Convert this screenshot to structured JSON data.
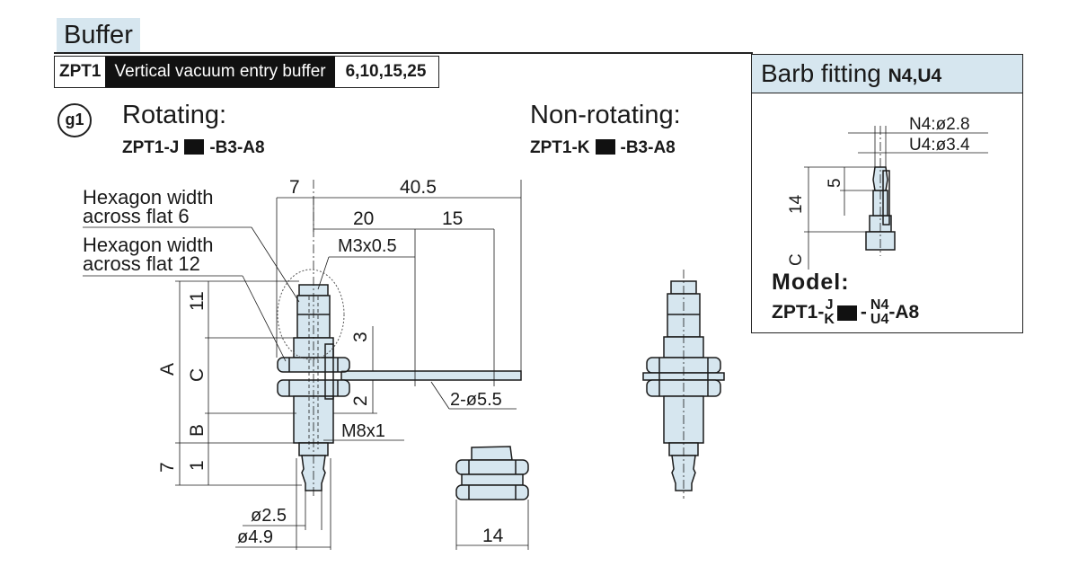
{
  "header": {
    "section_title": "Buffer",
    "model": "ZPT1",
    "description": "Vertical vacuum entry buffer",
    "sizes": "6,10,15,25"
  },
  "variant": {
    "badge": "g1",
    "rotating_label": "Rotating:",
    "rotating_part_a": "ZPT1-J",
    "rotating_part_b": "-B3-A8",
    "nonrotating_label": "Non-rotating:",
    "nonrotating_part_a": "ZPT1-K",
    "nonrotating_part_b": "-B3-A8"
  },
  "callouts": {
    "hex6_line1": "Hexagon width",
    "hex6_line2": "across flat 6",
    "hex12_line1": "Hexagon width",
    "hex12_line2": "across flat 12",
    "thread_top": "M3x0.5",
    "thread_bottom": "M8x1",
    "holes": "2-ø5.5"
  },
  "dimensions": {
    "d7_top": "7",
    "d40_5": "40.5",
    "d20": "20",
    "d15": "15",
    "d11": "11",
    "dA": "A",
    "dC": "C",
    "dB": "B",
    "d7_side": "7",
    "d1": "1",
    "d3": "3",
    "d2": "2",
    "d2_5": "ø2.5",
    "d4_9": "ø4.9",
    "d14": "14"
  },
  "barb": {
    "title": "Barb fitting",
    "sizes": "N4,U4",
    "n4": "N4:ø2.8",
    "u4": "U4:ø3.4",
    "d5": "5",
    "d14": "14",
    "dC": "C",
    "model_label": "Model:",
    "model_prefix": "ZPT1-",
    "opt_j": "J",
    "opt_k": "K",
    "dash": "-",
    "opt_n4": "N4",
    "opt_u4": "U4",
    "model_suffix": "-A8"
  },
  "colors": {
    "part_fill": "#d6e6ef",
    "line": "#1a1a1a"
  }
}
